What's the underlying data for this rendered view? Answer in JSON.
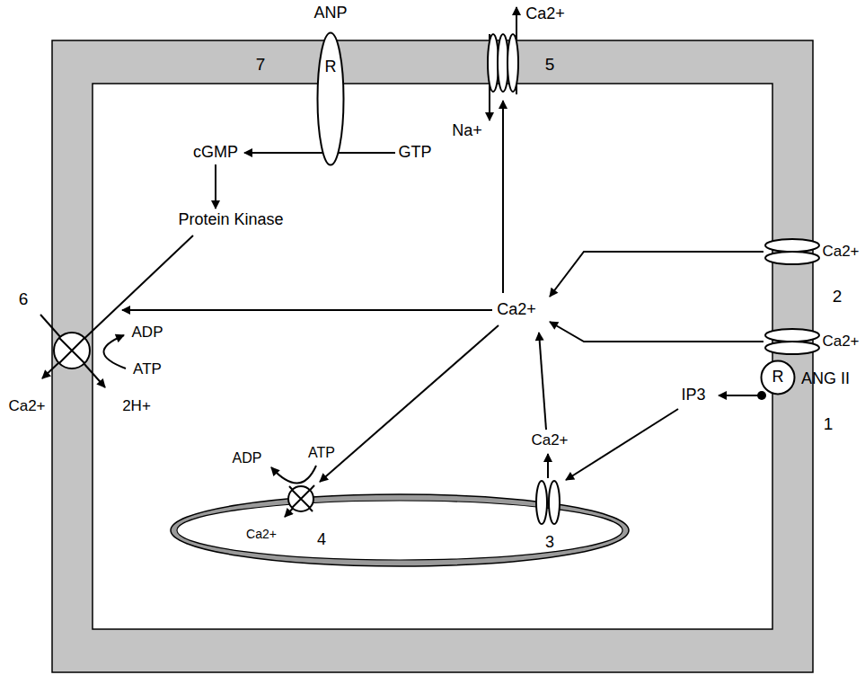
{
  "diagram": {
    "nodes": [
      {
        "text": [
          "ANP",
          "R"
        ]
      },
      {
        "text": [
          "R",
          "ANG II"
        ]
      }
    ],
    "labels": [
      "7",
      "5",
      "Ca2+",
      "cGMP",
      "GTP",
      "Na+",
      "Protein Kinase",
      "Ca2+",
      "2",
      "6",
      "ADP",
      "Ca2+",
      "Ca2+",
      "ATP",
      "IP3",
      "1",
      "Ca2+",
      "2H+",
      "Ca2+",
      "ADP",
      "ATP",
      "Ca2+",
      "4",
      "3"
    ]
  }
}
